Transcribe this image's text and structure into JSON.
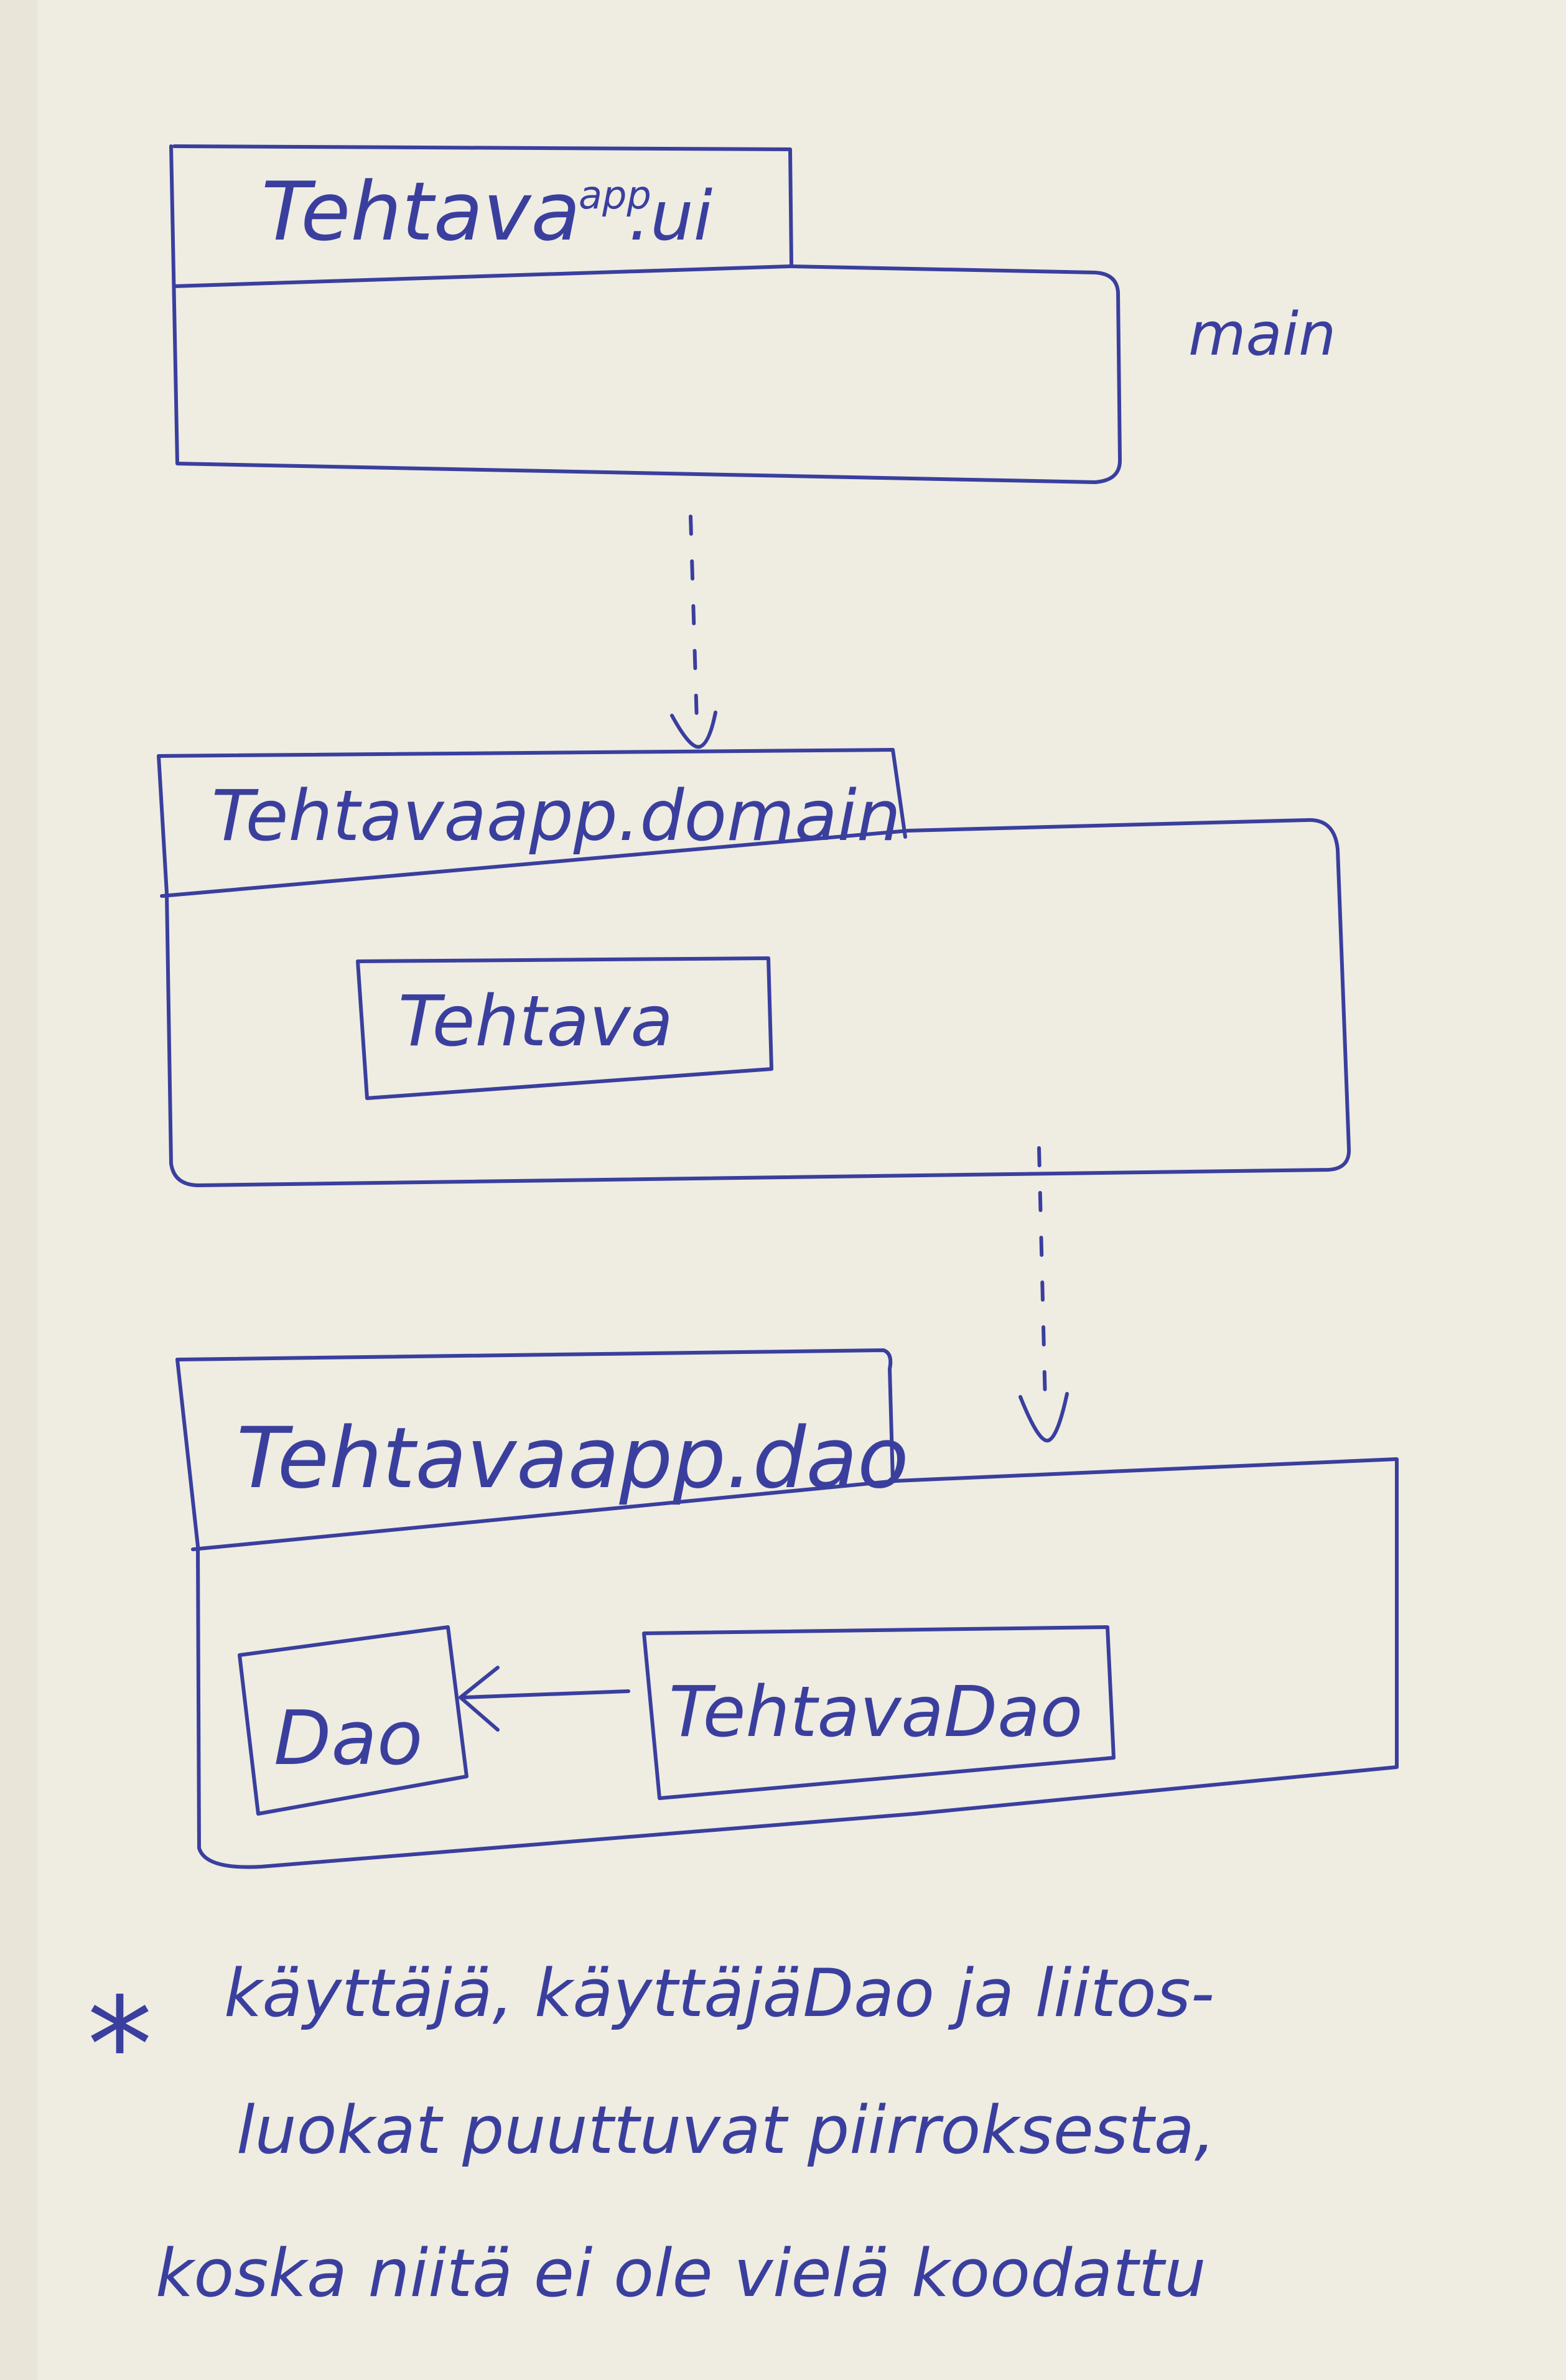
{
  "diagram": {
    "packages": [
      {
        "name": "Tehtava",
        "name_sup": "app",
        "name_suffix": ".ui",
        "note": "main"
      },
      {
        "name": "Tehtavaapp.domain",
        "classes": [
          "Tehtava"
        ]
      },
      {
        "name": "Tehtavaapp.dao",
        "classes": [
          "Dao",
          "TehtavaDao"
        ]
      }
    ],
    "footnote": {
      "star": "*",
      "lines": [
        "käyttäjä, käyttäjäDao ja liitos-",
        "luokat puuttuvat piirroksesta,",
        "koska niitä ei ole vielä koodattu"
      ]
    },
    "colors": {
      "ink": "#3a3f9e",
      "paper": "#efece2"
    }
  }
}
